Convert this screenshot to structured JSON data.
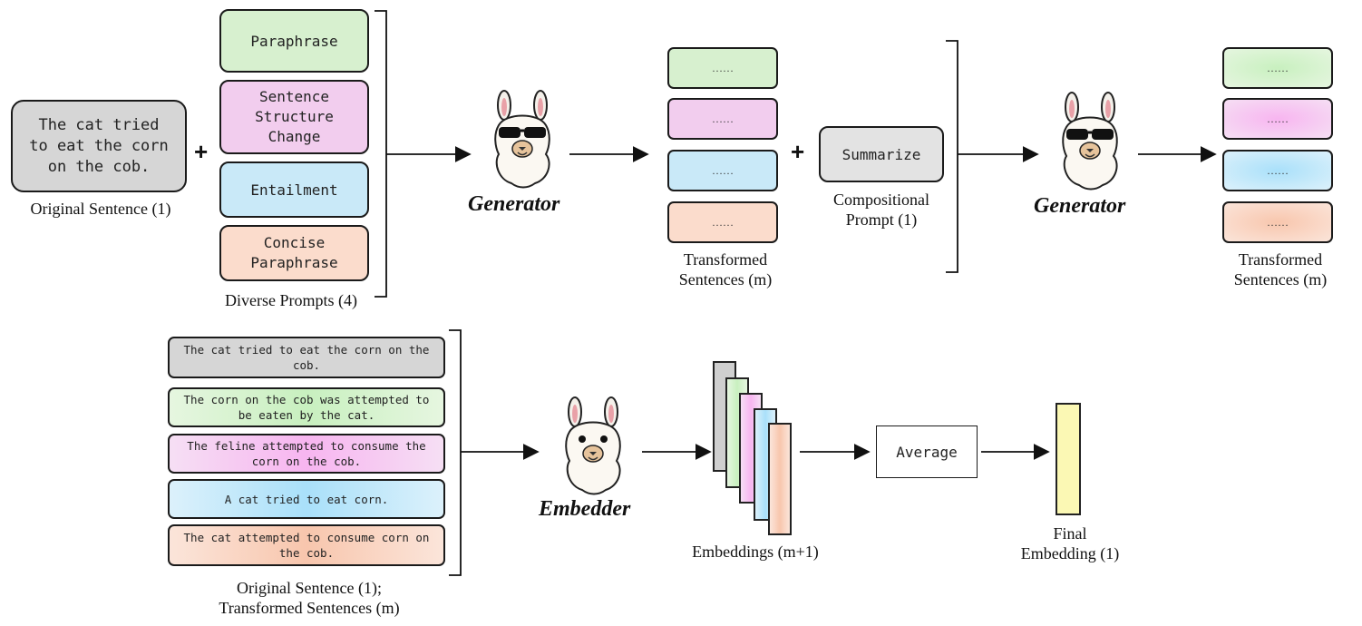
{
  "top": {
    "original_sentence": "The cat tried to eat the corn on the cob.",
    "original_sentence_label": "Original Sentence (1)",
    "plus": "+",
    "prompts": [
      "Paraphrase",
      "Sentence Structure Change",
      "Entailment",
      "Concise Paraphrase"
    ],
    "diverse_prompts_label": "Diverse Prompts (4)",
    "generator_label": "Generator",
    "transformed_placeholders": [
      "……",
      "……",
      "……",
      "……"
    ],
    "transformed_label_line1": "Transformed",
    "transformed_label_line2": "Sentences (m)",
    "compositional_prompt": "Summarize",
    "compositional_label_line1": "Compositional",
    "compositional_label_line2": "Prompt (1)",
    "generator2_label": "Generator",
    "transformed2_label_line1": "Transformed",
    "transformed2_label_line2": "Sentences (m)"
  },
  "bottom": {
    "sentences": [
      "The cat tried to eat the corn on the cob.",
      "The corn on the cob was attempted to be eaten by the cat.",
      "The feline attempted to consume the corn on the cob.",
      "A cat tried to eat corn.",
      "The cat attempted to consume corn on the cob."
    ],
    "sentences_label_line1": "Original Sentence (1);",
    "sentences_label_line2": "Transformed Sentences (m)",
    "embedder_label": "Embedder",
    "embeddings_label": "Embeddings (m+1)",
    "average_label": "Average",
    "final_label_line1": "Final",
    "final_label_line2": "Embedding (1)"
  },
  "colors": {
    "gray": "#d6d6d6",
    "green": "#d7f0cf",
    "pink": "#f2cdee",
    "blue": "#c9e9f8",
    "peach": "#fbdccc",
    "yellow": "#fbf8b4"
  }
}
